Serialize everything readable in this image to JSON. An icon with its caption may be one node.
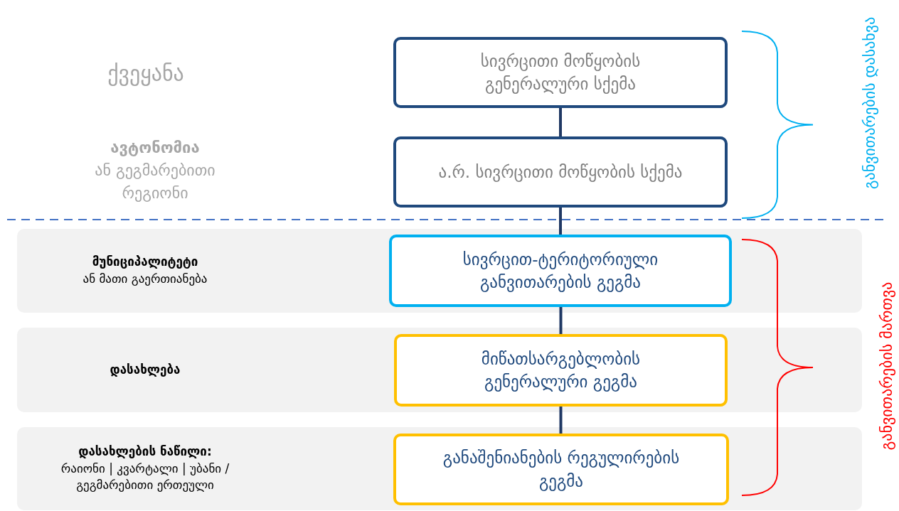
{
  "diagram": {
    "nodes": [
      {
        "text": [
          "სივრცითი მოწყობის გენერალური სქემა"
        ]
      },
      {
        "text": [
          "ა.რ. სივრცითი მოწყობის სქემა"
        ]
      },
      {
        "text": [
          "მუნიციპალიტეტი",
          "ან მათი გაერთიანება"
        ]
      },
      {
        "text": [
          "სივრცით-ტერიტორიული განვითარების გეგმა"
        ],
        "in": 2
      },
      {
        "text": [
          "დასახლება"
        ]
      },
      {
        "text": [
          "მიწათსარგებლობის გენერალური გეგმა"
        ],
        "in": 4
      },
      {
        "text": [
          "დასახლების ნაწილი:",
          "რაიონი | კვარტალი | უბანი / გეგმარებითი ერთეული"
        ]
      },
      {
        "text": [
          "განაშენიანების რეგულირების გეგმა"
        ],
        "in": 6
      }
    ],
    "edges": [
      {
        "from": 0,
        "to": 1,
        "arrow": "none"
      },
      {
        "from": 1,
        "to": 3,
        "arrow": "none"
      },
      {
        "from": 3,
        "to": 5,
        "arrow": "none"
      },
      {
        "from": 5,
        "to": 7,
        "arrow": "none"
      }
    ],
    "labels": [
      "ქვეყანა",
      "**ავტონომია** ან გეგმარებითი რეგიონი",
      "განვითარების დასახვა",
      "განვითარების მართვა"
    ]
  }
}
